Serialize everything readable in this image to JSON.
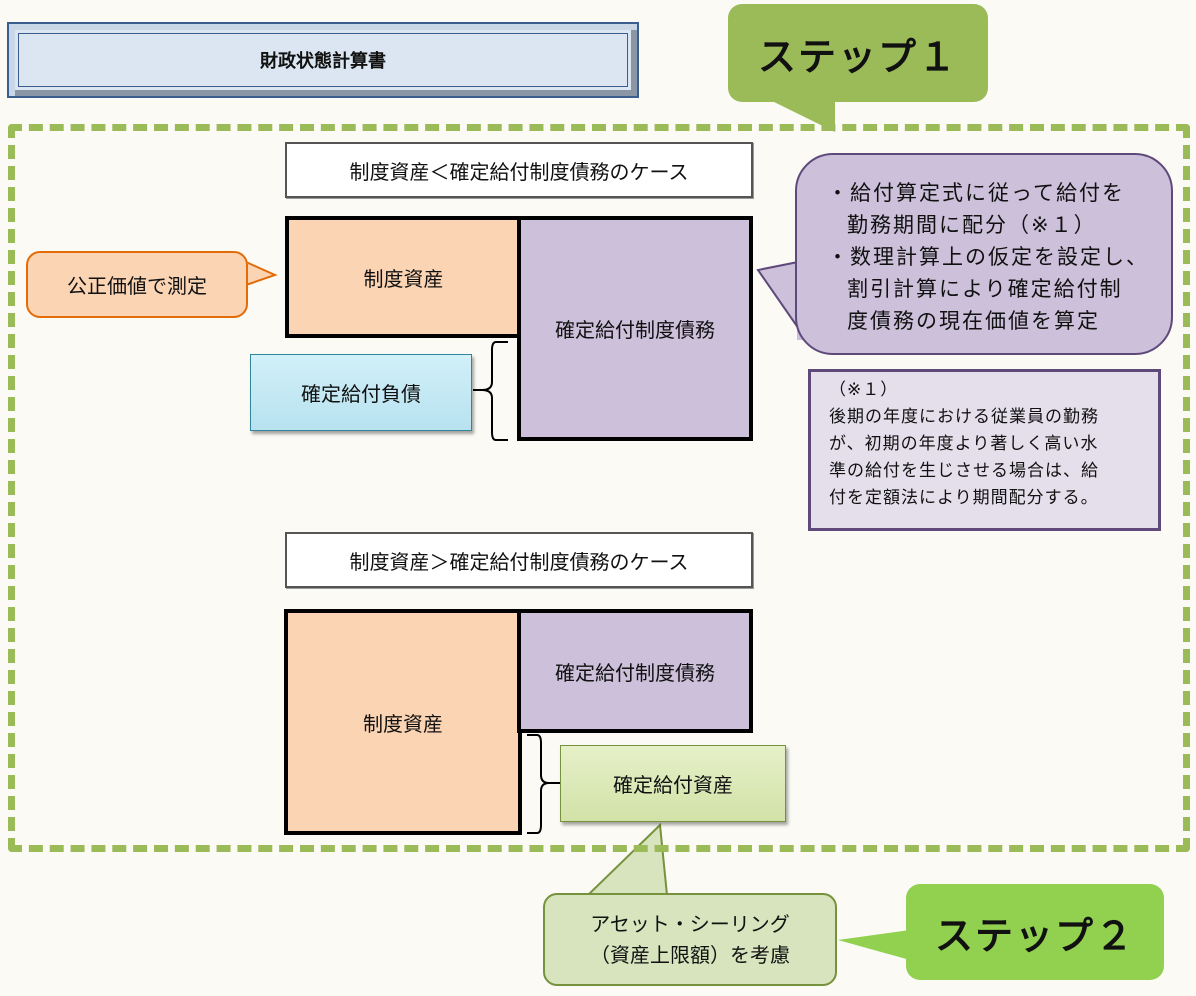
{
  "title": "財政状態計算書",
  "steps": {
    "step1": "ステップ１",
    "step2": "ステップ２"
  },
  "case_deficit": {
    "label": "制度資産＜確定給付制度債務のケース",
    "plan_assets": "制度資産",
    "dbo": "確定給付制度債務",
    "net_item": "確定給付負債",
    "fair_value_callout": "公正価値で測定"
  },
  "case_surplus": {
    "label": "制度資産＞確定給付制度債務のケース",
    "plan_assets": "制度資産",
    "dbo": "確定給付制度債務",
    "net_item": "確定給付資産"
  },
  "dbo_callout": {
    "lines": [
      "・給付算定式に従って給付を",
      "勤務期間に配分（※１）",
      "・数理計算上の仮定を設定し、",
      "割引計算により確定給付制",
      "度債務の現在価値を算定"
    ]
  },
  "note": {
    "lines": [
      "（※１）",
      "後期の年度における従業員の勤務",
      "が、初期の年度より著しく高い水",
      "準の給付を生じさせる場合は、給",
      "付を定額法により期間配分する。"
    ]
  },
  "asset_ceiling_callout": {
    "lines": [
      "アセット・シーリング",
      "（資産上限額）を考慮"
    ]
  },
  "colors": {
    "frame_green": "#9bbb59",
    "step2_green": "#92d050",
    "peach": "#fbd4b4",
    "orange_border": "#e36c09",
    "lavender": "#ccc0da",
    "purple_border": "#5f497a",
    "light_blue": "#b7e2f0",
    "light_green": "#d7e4bd"
  }
}
